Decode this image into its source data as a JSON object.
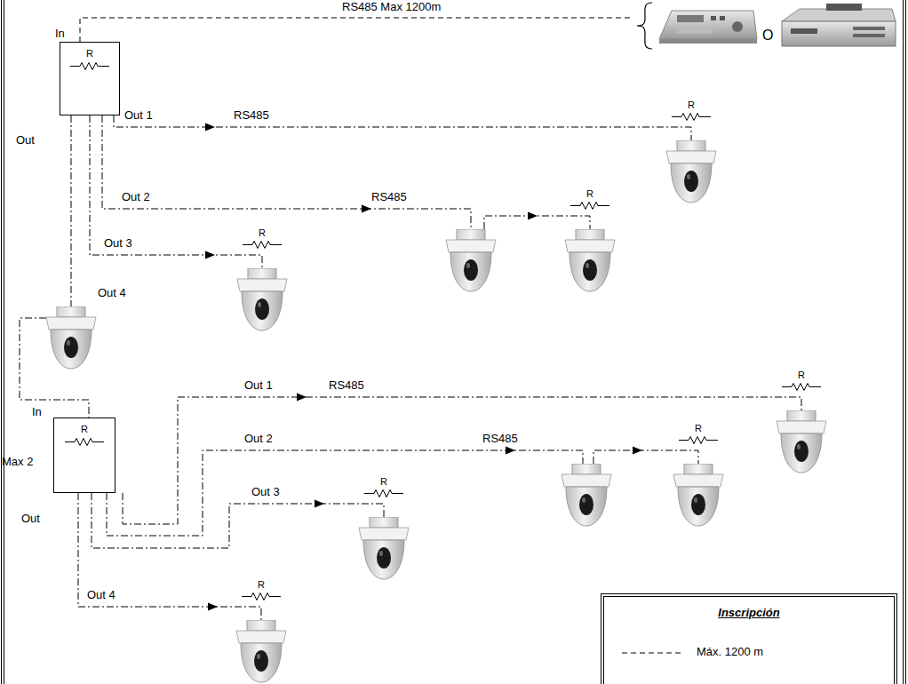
{
  "diagram": {
    "nodes": [
      {
        "text": [
          "R"
        ]
      },
      {
        "text": [
          "R"
        ]
      },
      {
        "text": [
          "R"
        ]
      },
      {
        "text": [
          "R"
        ]
      },
      {
        "text": [
          "R"
        ]
      },
      {
        "text": [
          "R"
        ]
      },
      {
        "text": [
          "R"
        ]
      },
      {
        "text": [
          "R"
        ]
      },
      {
        "text": [
          "R"
        ]
      }
    ],
    "edges": [
      {
        "from": 0,
        "to": 1,
        "arrow": "to"
      },
      {
        "from": 0,
        "to": 2,
        "arrow": "to"
      },
      {
        "from": 0,
        "to": 3,
        "arrow": "to"
      },
      {
        "from": 0,
        "to": 4,
        "arrow": "none"
      },
      {
        "from": 4,
        "to": 5,
        "arrow": "to"
      },
      {
        "from": 4,
        "to": 6,
        "arrow": "to"
      },
      {
        "from": 4,
        "to": 7,
        "arrow": "to"
      },
      {
        "from": 4,
        "to": 8,
        "arrow": "to"
      }
    ],
    "labels": [
      "In",
      "RS485 Max 1200m",
      "O",
      "Out",
      "Out 1",
      "RS485",
      "Out 2",
      "RS485",
      "Out 3",
      "Out 4",
      "In",
      "Max 2",
      "Out",
      "Out 1",
      "RS485",
      "Out 2",
      "RS485",
      "Out 3",
      "Out 4",
      "Inscripción"
    ],
    "legend": [
      {
        "text": "Máx. 1200 m"
      }
    ]
  }
}
